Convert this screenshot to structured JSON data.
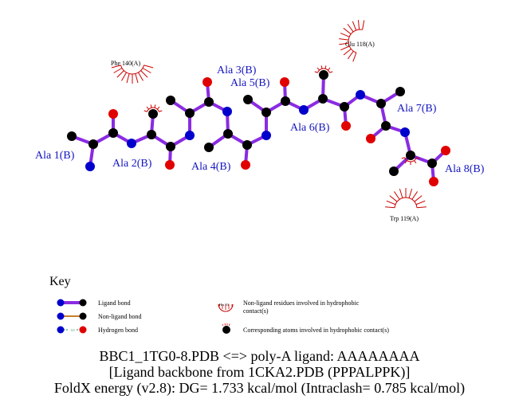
{
  "residues": [
    {
      "label": "Ala 1(B)"
    },
    {
      "label": "Ala 2(B)"
    },
    {
      "label": "Ala 3(B)"
    },
    {
      "label": "Ala 4(B)"
    },
    {
      "label": "Ala 5(B)"
    },
    {
      "label": "Ala 6(B)"
    },
    {
      "label": "Ala 7(B)"
    },
    {
      "label": "Ala 8(B)"
    }
  ],
  "hydrophobic_residues": [
    {
      "label": "Phe 140(A)"
    },
    {
      "label": "Glu 118(A)"
    },
    {
      "label": "Trp 119(A)"
    }
  ],
  "key": {
    "title": "Key",
    "ligand_bond": "Ligand bond",
    "nonligand_bond": "Non-ligand bond",
    "hydrogen_bond": "Hydrogen bond",
    "hbond_distance": "3.0",
    "example_residue": "His 53",
    "nonligand_residues": "Non-ligand residues involved in hydrophobic contact(s)",
    "corresponding_atoms": "Corresponding atoms involved in hydrophobic contact(s)"
  },
  "captions": {
    "line1": "BBC1_1TG0-8.PDB <=> poly-A ligand: AAAAAAAA",
    "line2": "[Ligand backbone from 1CKA2.PDB (PPPALPPK)]",
    "line3": "FoldX energy (v2.8): DG= 1.733 kcal/mol (Intraclash= 0.785 kcal/mol)"
  },
  "colors": {
    "ligand_bond": "#8a2be2",
    "nonligand_bond": "#c87f28",
    "hydrogen_bond": "#2e8b57",
    "carbon": "#000000",
    "nitrogen": "#0000cc",
    "oxygen": "#e00000",
    "residue_label": "#1515c0",
    "hydrophobic": "#cc0000"
  }
}
